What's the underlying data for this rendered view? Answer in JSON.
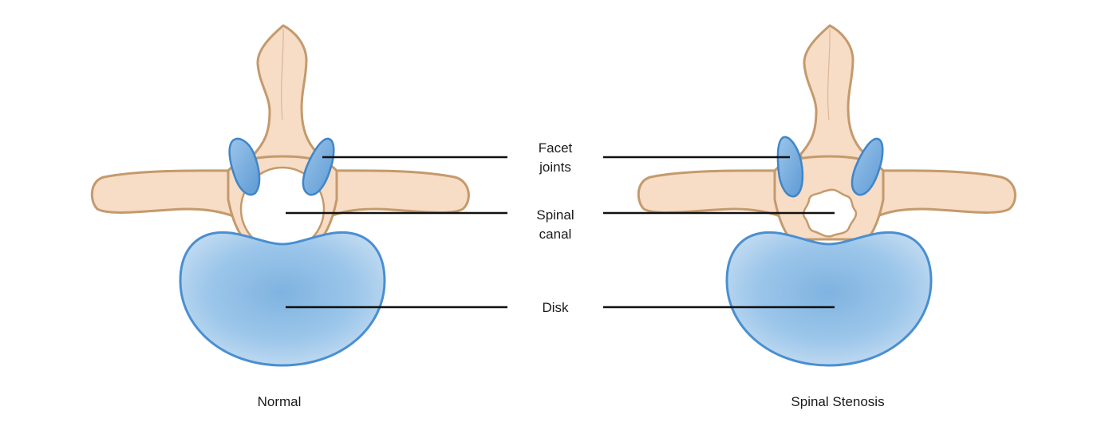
{
  "labels": {
    "facet_line1": "Facet",
    "facet_line2": "joints",
    "canal_line1": "Spinal",
    "canal_line2": "canal",
    "disk": "Disk"
  },
  "captions": {
    "left": "Normal",
    "right": "Spinal Stenosis"
  },
  "colors": {
    "bone_fill": "#f7dcc6",
    "bone_stroke": "#c49a6c",
    "cartilage_fill": "#7fb3e0",
    "cartilage_stroke": "#3f86c8",
    "disk_fill": "#a9cdeb",
    "disk_stroke": "#4a8fd0",
    "leader_line": "#111111"
  }
}
